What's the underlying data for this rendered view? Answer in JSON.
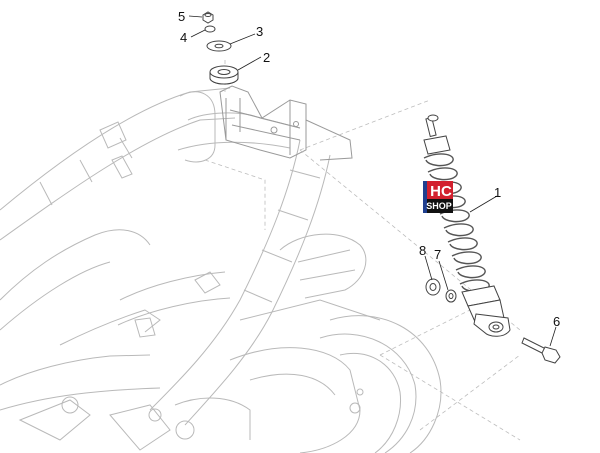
{
  "diagram": {
    "callouts": [
      {
        "id": "1",
        "label": "1"
      },
      {
        "id": "2",
        "label": "2"
      },
      {
        "id": "3",
        "label": "3"
      },
      {
        "id": "4",
        "label": "4"
      },
      {
        "id": "5",
        "label": "5"
      },
      {
        "id": "6",
        "label": "6"
      },
      {
        "id": "7",
        "label": "7"
      },
      {
        "id": "8",
        "label": "8"
      }
    ],
    "logo": {
      "line1": "HC",
      "line2": "SHOP",
      "colors": {
        "red": "#d2202e",
        "black": "#111111",
        "blue": "#1f3f8f"
      }
    }
  }
}
